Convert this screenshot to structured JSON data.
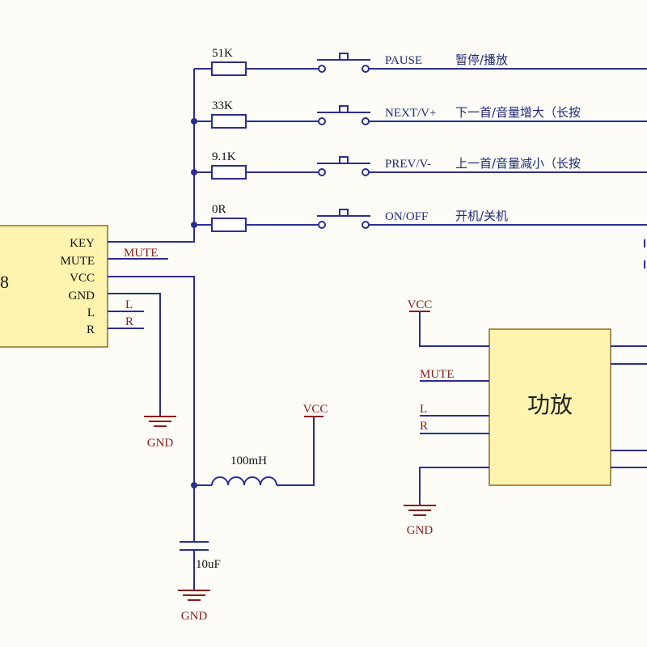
{
  "colors": {
    "wire": "#2a2f8f",
    "ground": "#8b1a1a",
    "chip_fill": "#fff3b0",
    "background": "#fdfcf7"
  },
  "module": {
    "partial_label": "8",
    "pins": [
      "KEY",
      "MUTE",
      "VCC",
      "GND",
      "L",
      "R"
    ],
    "net_mute": "MUTE",
    "net_l": "L",
    "net_r": "R"
  },
  "buttons": [
    {
      "resistor": "51K",
      "name": "PAUSE",
      "function": "暂停/播放"
    },
    {
      "resistor": "33K",
      "name": "NEXT/V+",
      "function": "下一首/音量增大（长按"
    },
    {
      "resistor": "9.1K",
      "name": "PREV/V-",
      "function": "上一首/音量减小（长按"
    },
    {
      "resistor": "0R",
      "name": "ON/OFF",
      "function": "开机/关机"
    }
  ],
  "power": {
    "inductor_label": "100mH",
    "capacitor_label": "10uF",
    "vcc_label": "VCC",
    "gnd_label": "GND"
  },
  "amplifier": {
    "title": "功放",
    "vcc_label": "VCC",
    "mute_label": "MUTE",
    "l_label": "L",
    "r_label": "R",
    "gnd_label": "GND"
  }
}
